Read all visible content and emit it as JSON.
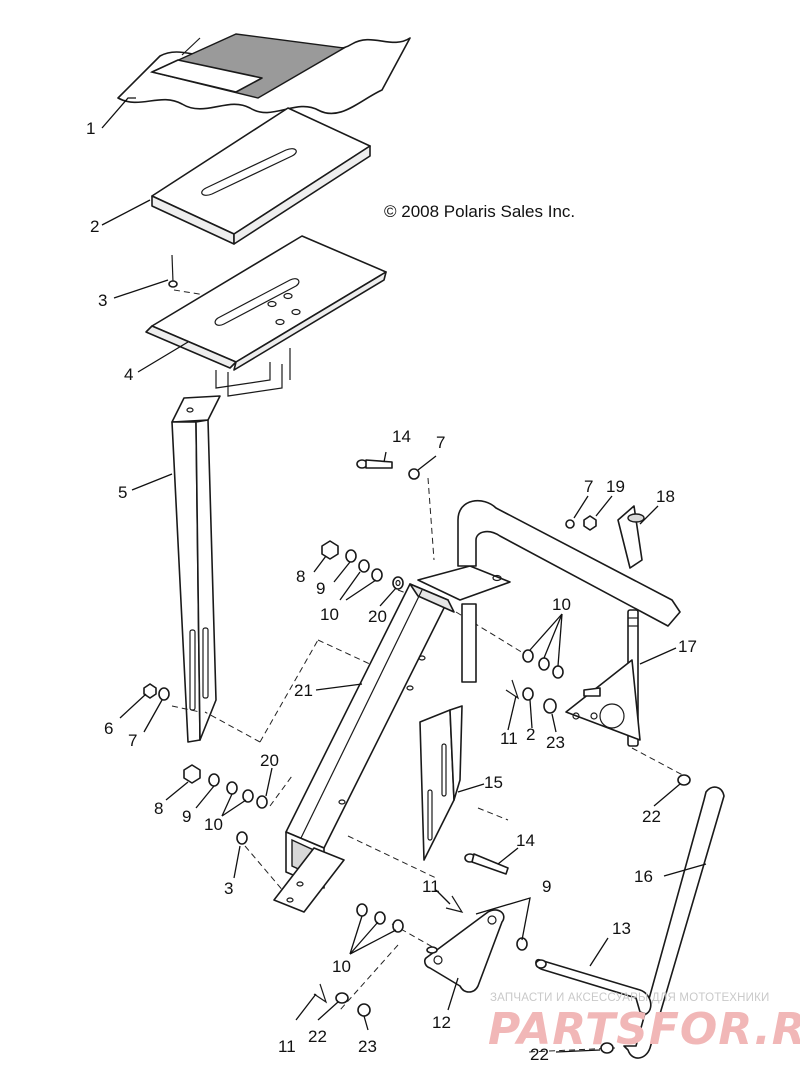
{
  "diagram": {
    "copyright": "© 2008 Polaris Sales Inc.",
    "callouts": {
      "c1": "1",
      "c2a": "2",
      "c3a": "3",
      "c4": "4",
      "c5": "5",
      "c14a": "14",
      "c7a": "7",
      "c7b": "7",
      "c19": "19",
      "c18": "18",
      "c8a": "8",
      "c9a": "9",
      "c10a": "10",
      "c20a": "20",
      "c10b": "10",
      "c17": "17",
      "c21": "21",
      "c6": "6",
      "c7c": "7",
      "c11a": "11",
      "c2b": "2",
      "c23a": "23",
      "c20b": "20",
      "c8b": "8",
      "c9b": "9",
      "c10c": "10",
      "c15": "15",
      "c22a": "22",
      "c3b": "3",
      "c14b": "14",
      "c16": "16",
      "c11b": "11",
      "c9c": "9",
      "c10d": "10",
      "c13": "13",
      "c11c": "11",
      "c22b": "22",
      "c12": "12",
      "c23b": "23",
      "c22c": "22"
    }
  },
  "watermark": {
    "caption": "ЗАПЧАСТИ И АКСЕССУАРЫ ДЛЯ МОТОТЕХНИКИ",
    "brand": "PARTSFOR.RU"
  }
}
